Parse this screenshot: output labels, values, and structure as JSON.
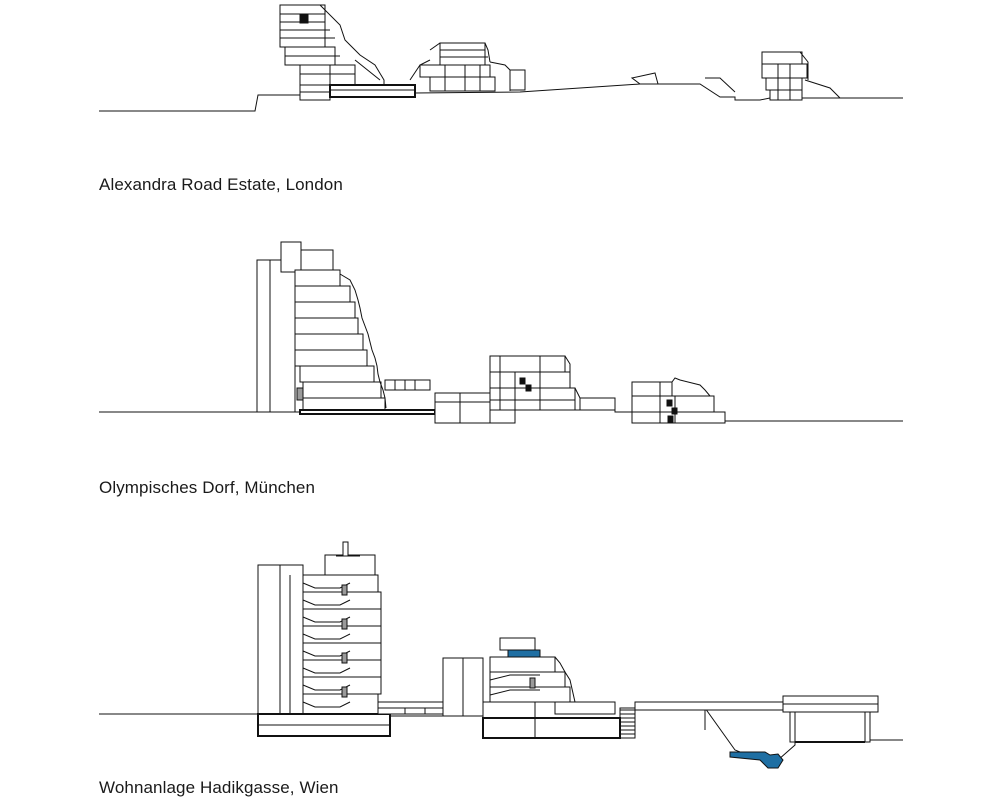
{
  "sections": [
    {
      "caption": "Alexandra Road Estate, London"
    },
    {
      "caption": "Olympisches Dorf, München"
    },
    {
      "caption": "Wohnanlage Hadikgasse, Wien"
    }
  ],
  "colors": {
    "line": "#111111",
    "accent_blue": "#1f6fa3",
    "grey_fill": "#9a9a9a",
    "background": "#ffffff"
  }
}
